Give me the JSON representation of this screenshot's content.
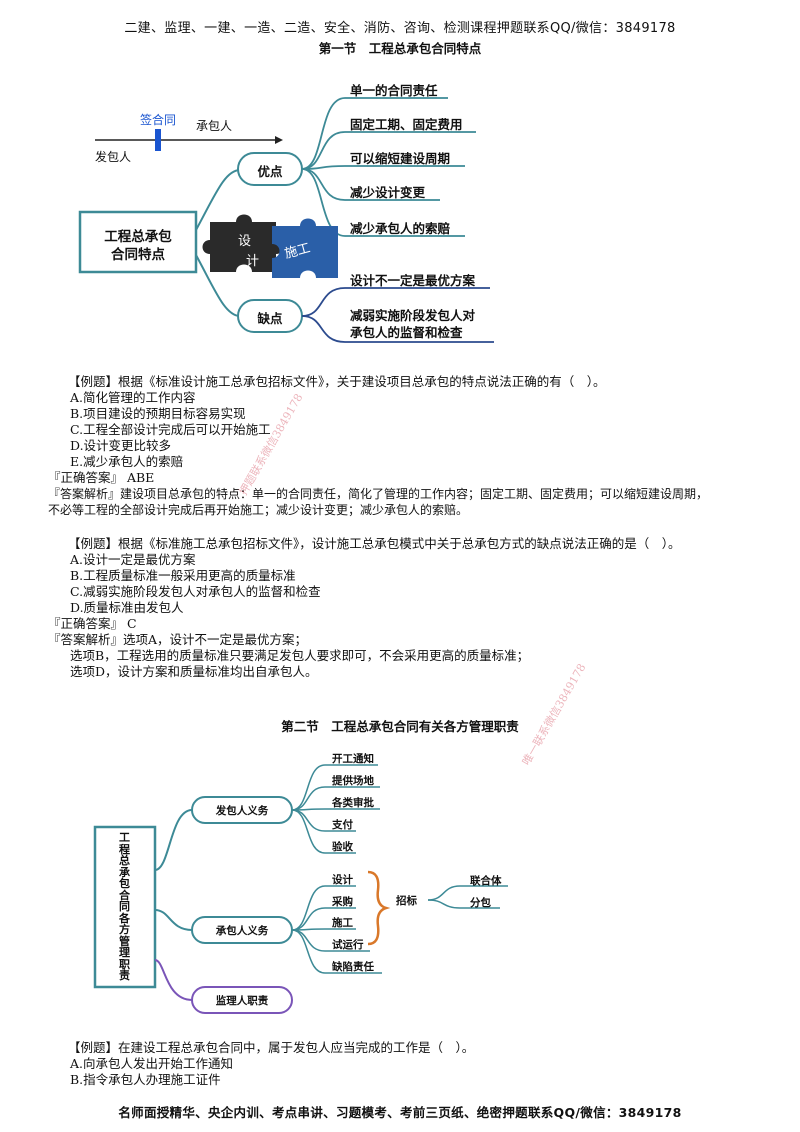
{
  "header": {
    "top": "二建、监理、一建、一造、二造、安全、消防、咨询、检测课程押题联系QQ/微信：3849178"
  },
  "section1": {
    "title": "第一节　工程总承包合同特点"
  },
  "mindmap1": {
    "sign_label": "签合同",
    "contractor": "承包人",
    "employer": "发包人",
    "center": [
      "工程总承包",
      "合同特点"
    ],
    "puzzle_left": [
      "设",
      "计"
    ],
    "puzzle_right": "施工",
    "pros_label": "优点",
    "cons_label": "缺点",
    "pros": [
      "单一的合同责任",
      "固定工期、固定费用",
      "可以缩短建设周期",
      "减少设计变更",
      "减少承包人的索赔"
    ],
    "cons": [
      "设计不一定是最优方案",
      "减弱实施阶段发包人对",
      "承包人的监督和检查"
    ]
  },
  "q1": {
    "stem": "【例题】根据《标准设计施工总承包招标文件》，关于建设项目总承包的特点说法正确的有（　）。",
    "options": [
      "A.简化管理的工作内容",
      "B.项目建设的预期目标容易实现",
      "C.工程全部设计完成后可以开始施工",
      "D.设计变更比较多",
      "E.减少承包人的索赔"
    ],
    "answer": "『正确答案』 ABE",
    "analysis1": "『答案解析』建设项目总承包的特点：单一的合同责任，简化了管理的工作内容；固定工期、固定费用；可以缩短建设周期，",
    "analysis2": "不必等工程的全部设计完成后再开始施工；减少设计变更；减少承包人的索赔。"
  },
  "q2": {
    "stem": "【例题】根据《标准施工总承包招标文件》，设计施工总承包模式中关于总承包方式的缺点说法正确的是（　）。",
    "options": [
      "A.设计一定是最优方案",
      "B.工程质量标准一般采用更高的质量标准",
      "C.减弱实施阶段发包人对承包人的监督和检查",
      "D.质量标准由发包人"
    ],
    "answer": "『正确答案』 C",
    "analysis1": "『答案解析』选项A，设计不一定是最优方案；",
    "analysis2": "选项B，工程选用的质量标准只要满足发包人要求即可，不会采用更高的质量标准；",
    "analysis3": "选项D，设计方案和质量标准均出自承包人。"
  },
  "section2": {
    "title": "第二节　工程总承包合同有关各方管理职责"
  },
  "mindmap2": {
    "root": [
      "工",
      "程",
      "总",
      "承",
      "包",
      "合",
      "同",
      "各",
      "方",
      "管",
      "理",
      "职",
      "责"
    ],
    "employer_duty": "发包人义务",
    "employer_items": [
      "开工通知",
      "提供场地",
      "各类审批",
      "支付",
      "验收"
    ],
    "contractor_duty": "承包人义务",
    "contractor_items": [
      "设计",
      "采购",
      "施工",
      "试运行",
      "缺陷责任"
    ],
    "bidding": "招标",
    "bidding_items": [
      "联合体",
      "分包"
    ],
    "supervisor_duty": "监理人职责"
  },
  "q3": {
    "stem": "【例题】在建设工程总承包合同中，属于发包人应当完成的工作是（　）。",
    "options": [
      "A.向承包人发出开始工作通知",
      "B.指令承包人办理施工证件"
    ]
  },
  "footer": {
    "bottom": "名师面授精华、央企内训、考点串讲、习题模考、考前三页纸、绝密押题联系QQ/微信：3849178"
  },
  "watermark": {
    "text1": "押题联系微信3849178",
    "text2": "唯一联系微信3849178"
  },
  "colors": {
    "teal": "#3d8a96",
    "blue_line": "#2c4b8e",
    "purple": "#7a55b8",
    "orange": "#d9782a",
    "marker": "#1a55d0",
    "puzzle_dark": "#2a2a2a",
    "puzzle_blue": "#2a5fa8"
  }
}
